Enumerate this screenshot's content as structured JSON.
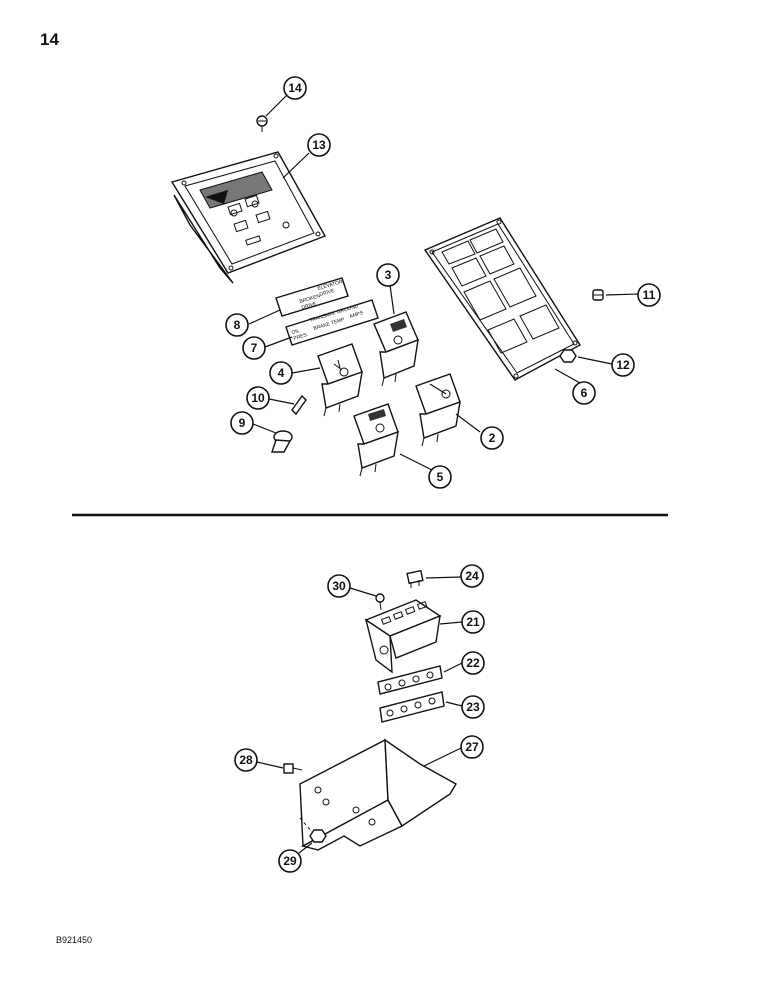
{
  "page": {
    "number": "14",
    "figure_code": "B921450"
  },
  "decal_text": {
    "decal_8_line1": "BROKEN",
    "decal_8_line2": "DRIVE",
    "decal_8_line3": "ELEVATOR",
    "decal_8_line4": "DRIVE",
    "decal_7_line1": "OIL",
    "decal_7_line2": "PRES.",
    "decal_7_line3": "TRANSMIS. GROUND",
    "decal_7_line4": "BRAKE TEMP",
    "decal_7_line5": "AMPS"
  },
  "callouts": [
    {
      "id": "c14",
      "label": "14"
    },
    {
      "id": "c13",
      "label": "13"
    },
    {
      "id": "c3",
      "label": "3"
    },
    {
      "id": "c11",
      "label": "11"
    },
    {
      "id": "c8",
      "label": "8"
    },
    {
      "id": "c7",
      "label": "7"
    },
    {
      "id": "c12",
      "label": "12"
    },
    {
      "id": "c4",
      "label": "4"
    },
    {
      "id": "c6",
      "label": "6"
    },
    {
      "id": "c10",
      "label": "10"
    },
    {
      "id": "c9",
      "label": "9"
    },
    {
      "id": "c2",
      "label": "2"
    },
    {
      "id": "c5",
      "label": "5"
    },
    {
      "id": "c30",
      "label": "30"
    },
    {
      "id": "c24",
      "label": "24"
    },
    {
      "id": "c21",
      "label": "21"
    },
    {
      "id": "c22",
      "label": "22"
    },
    {
      "id": "c23",
      "label": "23"
    },
    {
      "id": "c28",
      "label": "28"
    },
    {
      "id": "c27",
      "label": "27"
    },
    {
      "id": "c29",
      "label": "29"
    }
  ]
}
